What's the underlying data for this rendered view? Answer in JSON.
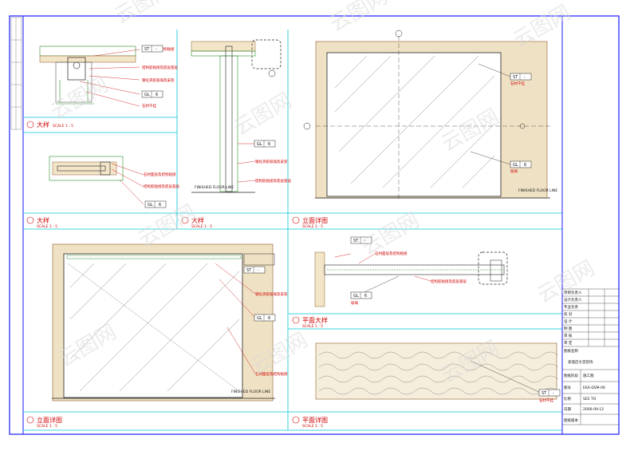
{
  "drawing": {
    "panels": {
      "detail_a": {
        "title": "大样",
        "scale": "SCALE 1 : 5"
      },
      "detail_b": {
        "title": "大样",
        "scale": "SCALE 1 : 5"
      },
      "detail_c": {
        "title": "大样",
        "scale": "SCALE 1 : 5"
      },
      "elevation_top": {
        "title": "立面详图",
        "scale": "SCALE 1 : 5"
      },
      "elevation_bottom": {
        "title": "立面详图",
        "scale": "SCALE 1 : 5"
      },
      "plan_detail": {
        "title": "平面大样",
        "scale": "SCALE 1 : 5"
      },
      "plan_elevation": {
        "title": "平面详图",
        "scale": "SCALE 1 : 5"
      }
    },
    "tags": {
      "st": "ST",
      "gl": "GL",
      "st_num": "-",
      "gl_num": "6"
    },
    "finished_floor": "FINISHED FLOOR LINE",
    "notes": {
      "n1": "石材面层及结构粘接",
      "n2": "结构胶粘接及底层基层",
      "n3": "钢化夹胶玻璃及安装",
      "n4": "石材干挂",
      "n5": "玻璃"
    }
  },
  "title_block": {
    "rows": [
      {
        "label": "项目负责人"
      },
      {
        "label": "设计负责人"
      },
      {
        "label": "专业负责"
      },
      {
        "label": "校  对"
      },
      {
        "label": "设  计"
      },
      {
        "label": "制  图"
      },
      {
        "label": "审  核"
      },
      {
        "label": "审  定"
      }
    ],
    "project_label": "图纸名称",
    "drawing_name": "某酒店大堂装饰",
    "stage_label": "图纸阶段",
    "stage_value": "施工图",
    "no_label": "图号",
    "no_value": "EKA-DSM-06",
    "scale_label": "比例",
    "scale_value": "SEE TO",
    "date_label": "日期",
    "date_value": "2006-09-12",
    "rev_label": "图纸版本"
  },
  "watermark": "云图网"
}
